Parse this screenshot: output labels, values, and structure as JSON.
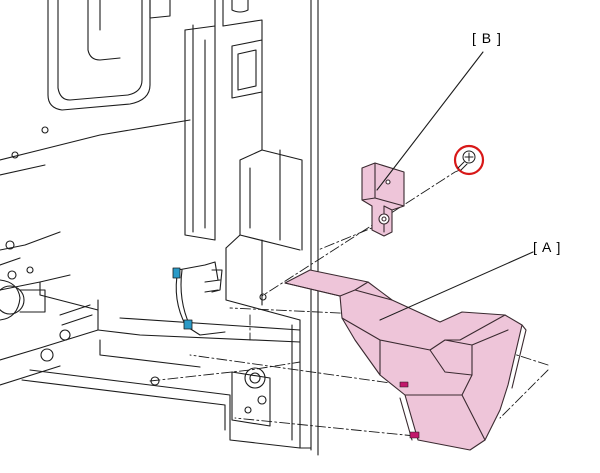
{
  "labels": {
    "part_a": "[ A ]",
    "part_b": "[ B ]"
  },
  "colors": {
    "part_fill": "#eec5d9",
    "part_stroke": "#3a2a30",
    "screw_highlight": "#d81818",
    "connector_blue": "#2a9ac7",
    "accent_magenta": "#c2176b",
    "line": "#1c1c1c"
  },
  "icons": {
    "screw": "screw-icon",
    "highlight": "highlight-circle"
  }
}
